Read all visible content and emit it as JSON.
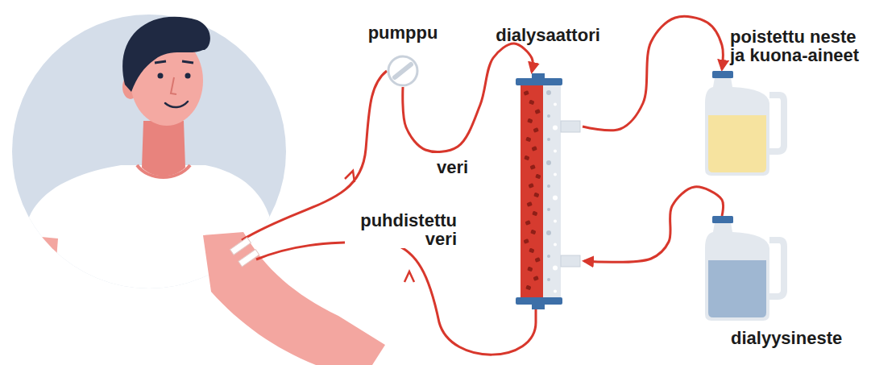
{
  "diagram": {
    "nodes": [
      {
        "text": [
          "pumppu"
        ]
      },
      {
        "text": [
          "dialysaattori"
        ]
      },
      {
        "text": [
          "poistettu neste ja kuona-aineet"
        ]
      },
      {
        "text": [
          "dialyysineste"
        ]
      }
    ],
    "edges": [
      {
        "from": 0,
        "to": 1,
        "label": "veri",
        "arrow": "to"
      },
      {
        "from": 1,
        "to": 2,
        "arrow": "to"
      },
      {
        "from": 3,
        "to": 1,
        "arrow": "to"
      }
    ],
    "labels": [
      "puhdistettu veri"
    ]
  }
}
